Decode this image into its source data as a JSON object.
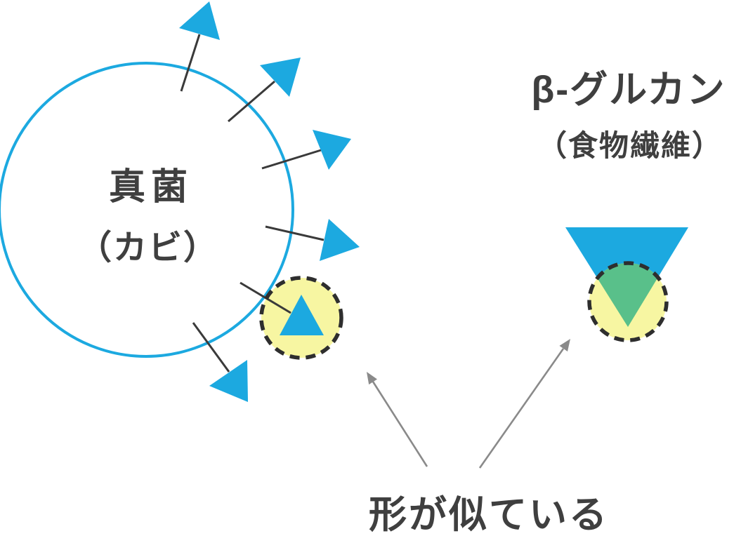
{
  "fungus": {
    "label": "真菌",
    "label_paren": "（カビ）"
  },
  "beta_glucan": {
    "title": "β-グルカン",
    "subtitle": "（食物繊維）"
  },
  "caption": {
    "text": "形が似ている"
  },
  "colors": {
    "blue": "#1CA9E0",
    "yellow": "#F7F6A2",
    "green": "#59C08A",
    "dash": "#2E2E2E",
    "line": "#3A3A3A",
    "arrow": "#8A8A8A",
    "text": "#3F3F3F",
    "background": "#FFFFFF"
  }
}
